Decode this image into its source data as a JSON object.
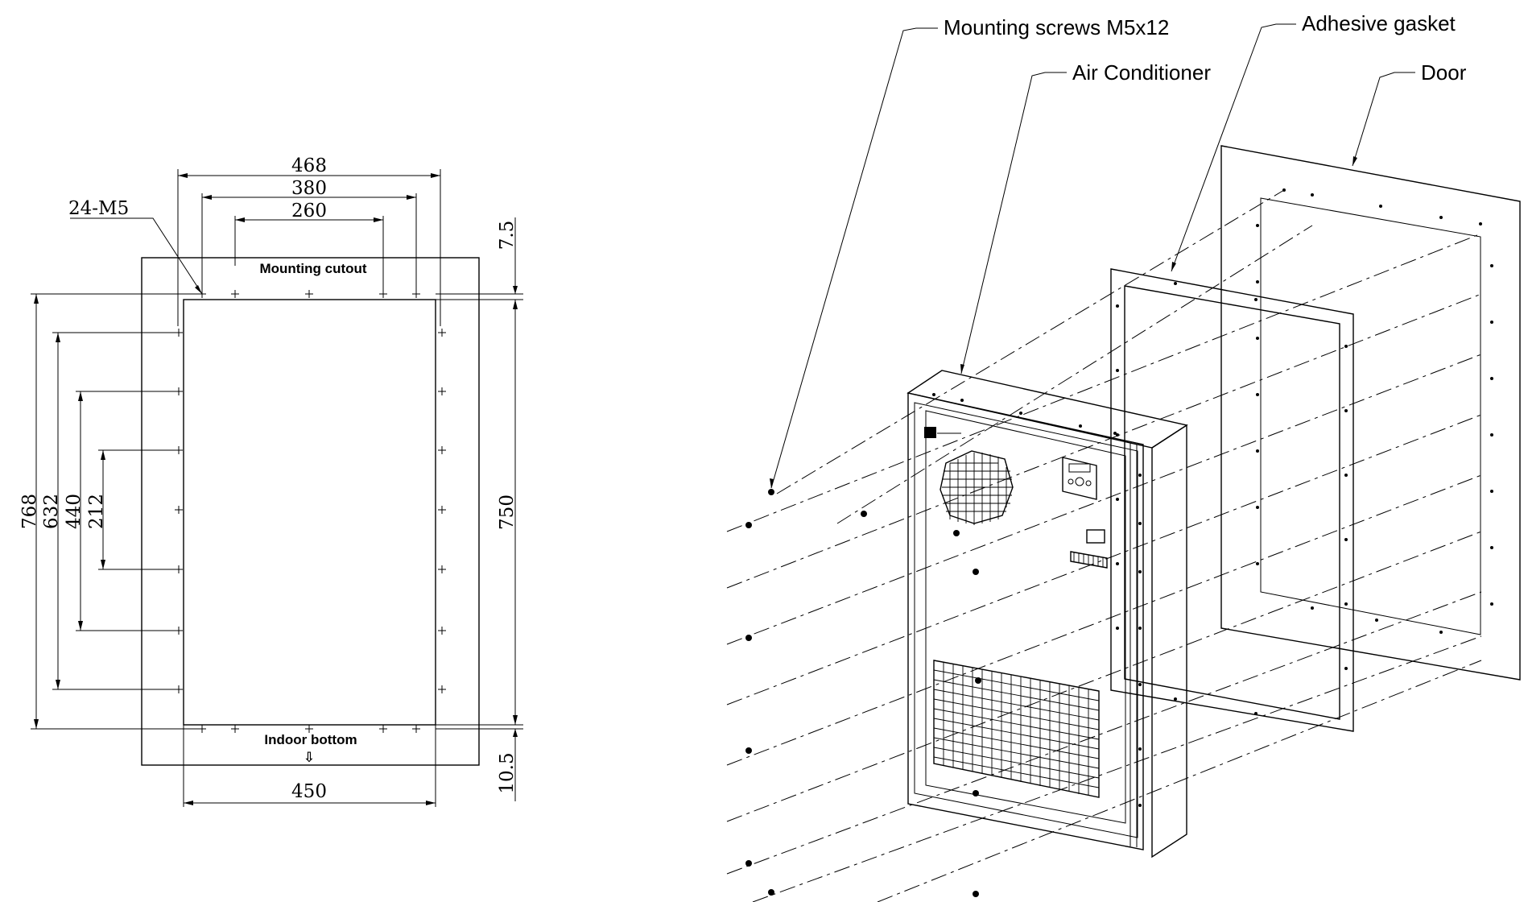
{
  "cutout_drawing": {
    "dimensions": {
      "width_468": "468",
      "width_380": "380",
      "width_260": "260",
      "width_450": "450",
      "height_768": "768",
      "height_632": "632",
      "height_440": "440",
      "height_212": "212",
      "height_750": "750",
      "offset_top": "7.5",
      "offset_bottom": "10.5"
    },
    "hole_note": "24-M5",
    "top_label": "Mounting cutout",
    "bottom_label": "Indoor bottom",
    "bottom_arrow": "⇩"
  },
  "exploded_view": {
    "callouts": {
      "screws": "Mounting screws M5x12",
      "air_conditioner": "Air Conditioner",
      "gasket": "Adhesive gasket",
      "door": "Door"
    }
  }
}
